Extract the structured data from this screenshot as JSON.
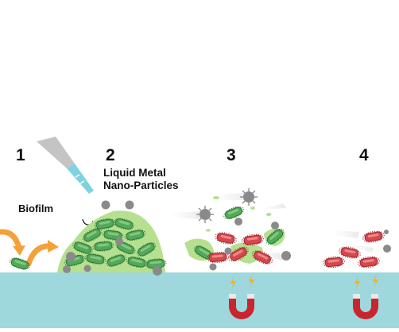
{
  "steps": [
    "1",
    "2",
    "3",
    "4"
  ],
  "labels": {
    "biofilm": "Biofilm",
    "particles_line1": "Liquid Metal",
    "particles_line2": "Nano-Particles"
  },
  "colors": {
    "surface": "#9ed7dc",
    "biofilm_matrix": "#b6e08f",
    "healthy_bacterium": "#53a85a",
    "damaged_bacterium": "#d8474c",
    "particle": "#8a8a8a",
    "arrow": "#f3a23a",
    "pipette_tip": "#7fd3df",
    "magnet": "#c8262e",
    "spark": "#f5b31b"
  },
  "icons": [
    "pipette-icon",
    "magnet-icon",
    "spark-icon",
    "curved-arrow-icon"
  ]
}
